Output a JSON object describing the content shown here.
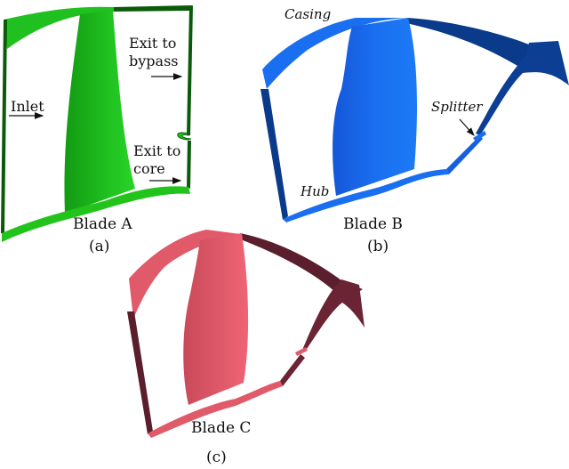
{
  "figure": {
    "panels": [
      {
        "id": "a",
        "title": "Blade A",
        "caption": "(a)",
        "color": "#22c41c",
        "dark_color": "#0a5a0a",
        "annotations": {
          "inlet": "Inlet",
          "exit_bypass_1": "Exit to",
          "exit_bypass_2": "bypass",
          "exit_core_1": "Exit to",
          "exit_core_2": "core"
        }
      },
      {
        "id": "b",
        "title": "Blade B",
        "caption": "(b)",
        "color": "#1a6ff0",
        "dark_color": "#0a3a8a",
        "annotations": {
          "casing": "Casing",
          "hub": "Hub",
          "splitter": "Splitter"
        }
      },
      {
        "id": "c",
        "title": "Blade C",
        "caption": "(c)",
        "color": "#e05a6a",
        "dark_color": "#5a1e2c"
      }
    ]
  }
}
